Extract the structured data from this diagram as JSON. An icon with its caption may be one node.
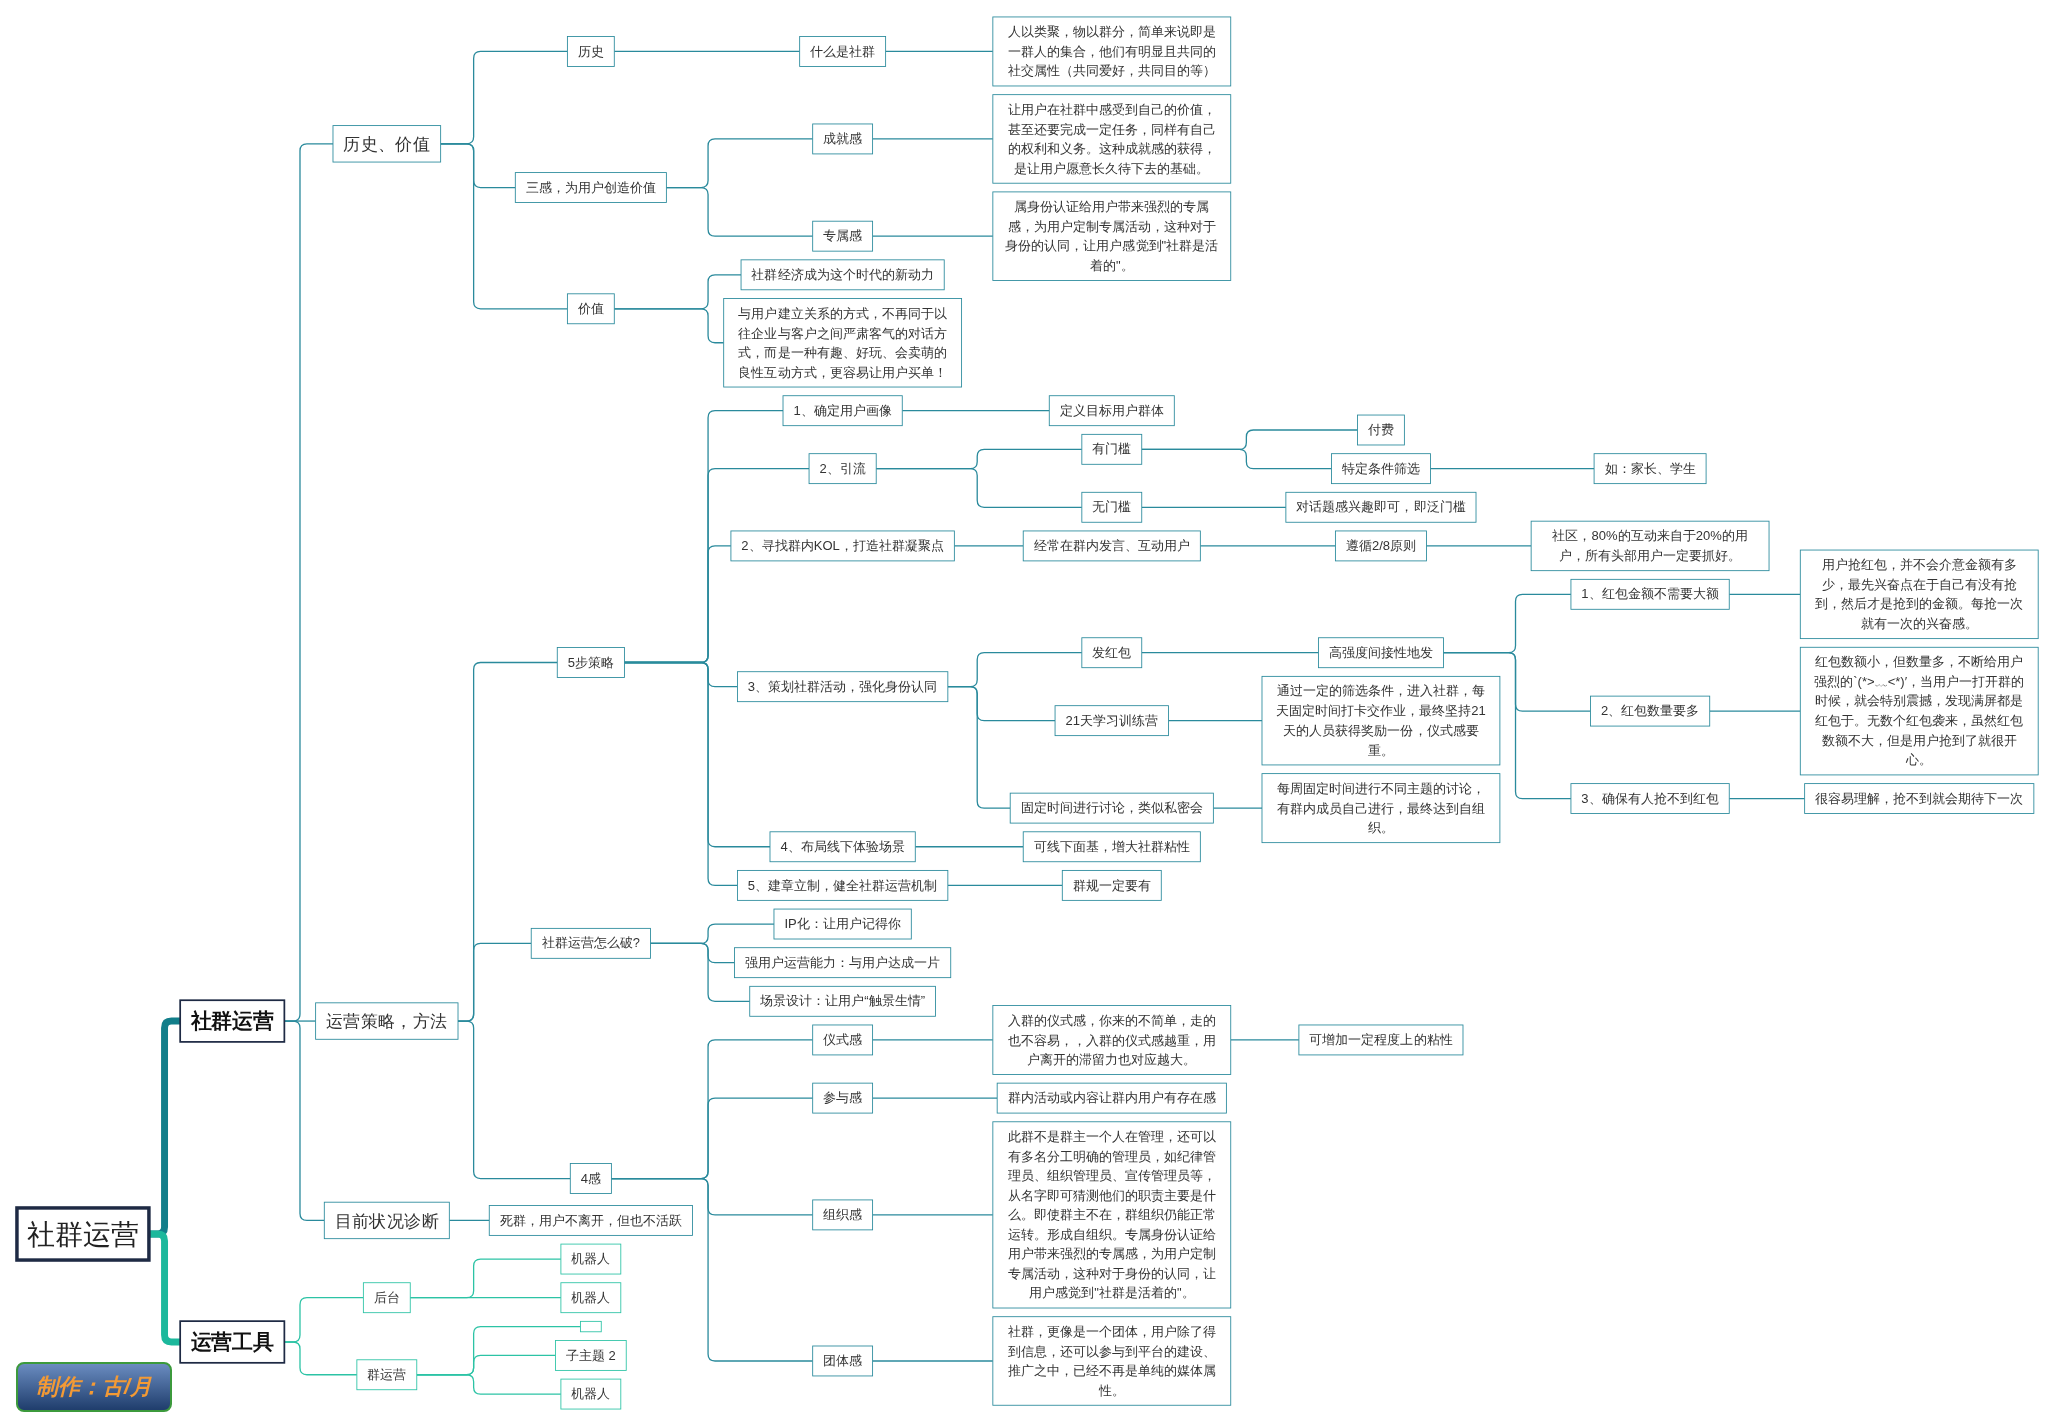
{
  "diagram": {
    "nodes": [
      {
        "text": [
          "社群运营"
        ]
      },
      {
        "text": [
          "社群运营"
        ]
      },
      {
        "text": [
          "历史、价值"
        ]
      },
      {
        "text": [
          "历史"
        ]
      },
      {
        "text": [
          "什么是社群"
        ]
      },
      {
        "text": [
          "人以类聚，物以群分，简单来说即是一群人的集合，他们有明显且共同的社交属性（共同爱好，共同目的等）"
        ]
      },
      {
        "text": [
          "三感，为用户创造价值"
        ]
      },
      {
        "text": [
          "成就感"
        ]
      },
      {
        "text": [
          "让用户在社群中感受到自己的价值，甚至还要完成一定任务，同样有自己的权利和义务。这种成就感的获得，是让用户愿意长久待下去的基础。"
        ]
      },
      {
        "text": [
          "专属感"
        ]
      },
      {
        "text": [
          "属身份认证给用户带来强烈的专属感，为用户定制专属活动，这种对于身份的认同，让用户感觉到\"社群是活着的\"。"
        ]
      },
      {
        "text": [
          "价值"
        ]
      },
      {
        "text": [
          "社群经济成为这个时代的新动力"
        ]
      },
      {
        "text": [
          "与用户建立关系的方式，不再同于以往企业与客户之间严肃客气的对话方式，而是一种有趣、好玩、会卖萌的良性互动方式，更容易让用户买单！"
        ]
      },
      {
        "text": [
          "运营策略，方法"
        ]
      },
      {
        "text": [
          "5步策略"
        ]
      },
      {
        "text": [
          "1、确定用户画像"
        ]
      },
      {
        "text": [
          "定义目标用户群体"
        ]
      },
      {
        "text": [
          "2、引流"
        ]
      },
      {
        "text": [
          "有门槛"
        ]
      },
      {
        "text": [
          "付费"
        ]
      },
      {
        "text": [
          "特定条件筛选"
        ]
      },
      {
        "text": [
          "如：家长、学生"
        ]
      },
      {
        "text": [
          "无门槛"
        ]
      },
      {
        "text": [
          "对话题感兴趣即可，即泛门槛"
        ]
      },
      {
        "text": [
          "2、寻找群内KOL，打造社群凝聚点"
        ]
      },
      {
        "text": [
          "经常在群内发言、互动用户"
        ]
      },
      {
        "text": [
          "遵循2/8原则"
        ]
      },
      {
        "text": [
          "社区，80%的互动来自于20%的用户，所有头部用户一定要抓好。"
        ]
      },
      {
        "text": [
          "3、策划社群活动，强化身份认同"
        ]
      },
      {
        "text": [
          "发红包"
        ]
      },
      {
        "text": [
          "高强度间接性地发"
        ]
      },
      {
        "text": [
          "1、红包金额不需要大额"
        ]
      },
      {
        "text": [
          "用户抢红包，并不会介意金额有多少，最先兴奋点在于自己有没有抢到，然后才是抢到的金额。每抢一次就有一次的兴奋感。"
        ]
      },
      {
        "text": [
          "2、红包数量要多"
        ]
      },
      {
        "text": [
          "红包数额小，但数量多，不断给用户强烈的`(*>﹏<*)′，当用户一打开群的时候，就会特别震撼，发现满屏都是红包于。无数个红包袭来，虽然红包数额不大，但是用户抢到了就很开心。"
        ]
      },
      {
        "text": [
          "3、确保有人抢不到红包"
        ]
      },
      {
        "text": [
          "很容易理解，抢不到就会期待下一次"
        ]
      },
      {
        "text": [
          "21天学习训练营"
        ]
      },
      {
        "text": [
          "通过一定的筛选条件，进入社群，每天固定时间打卡交作业，最终坚持21天的人员获得奖励一份，仪式感要重。"
        ]
      },
      {
        "text": [
          "固定时间进行讨论，类似私密会"
        ]
      },
      {
        "text": [
          "每周固定时间进行不同主题的讨论，有群内成员自己进行，最终达到自组织。"
        ]
      },
      {
        "text": [
          "4、布局线下体验场景"
        ]
      },
      {
        "text": [
          "可线下面基，增大社群粘性"
        ]
      },
      {
        "text": [
          "5、建章立制，健全社群运营机制"
        ]
      },
      {
        "text": [
          "群规一定要有"
        ]
      },
      {
        "text": [
          "社群运营怎么破?"
        ]
      },
      {
        "text": [
          "IP化：让用户记得你"
        ]
      },
      {
        "text": [
          "强用户运营能力：与用户达成一片"
        ]
      },
      {
        "text": [
          "场景设计：让用户“触景生情”"
        ]
      },
      {
        "text": [
          "4感"
        ]
      },
      {
        "text": [
          "仪式感"
        ]
      },
      {
        "text": [
          "入群的仪式感，你来的不简单，走的也不容易，，入群的仪式感越重，用户离开的滞留力也对应越大。"
        ]
      },
      {
        "text": [
          "可增加一定程度上的粘性"
        ]
      },
      {
        "text": [
          "参与感"
        ]
      },
      {
        "text": [
          "群内活动或内容让群内用户有存在感"
        ]
      },
      {
        "text": [
          "组织感"
        ]
      },
      {
        "text": [
          "此群不是群主一个人在管理，还可以有多名分工明确的管理员，如纪律管理员、组织管理员、宣传管理员等，从名字即可猜测他们的职责主要是什么。即使群主不在，群组织仍能正常运转。形成自组织。专属身份认证给用户带来强烈的专属感，为用户定制专属活动，这种对于身份的认同，让用户感觉到\"社群是活着的\"。"
        ]
      },
      {
        "text": [
          "团体感"
        ]
      },
      {
        "text": [
          "社群，更像是一个团体，用户除了得到信息，还可以参与到平台的建设、推广之中，已经不再是单纯的媒体属性。"
        ]
      },
      {
        "text": [
          "目前状况诊断"
        ]
      },
      {
        "text": [
          "死群，用户不离开，但也不活跃"
        ]
      },
      {
        "text": [
          "运营工具"
        ]
      },
      {
        "text": [
          "后台"
        ]
      },
      {
        "text": [
          "机器人"
        ]
      },
      {
        "text": [
          "机器人"
        ]
      },
      {
        "text": [
          "群运营"
        ]
      },
      {
        "text": [],
        "shape": "box"
      },
      {
        "text": [
          "子主题 2"
        ]
      },
      {
        "text": [
          "机器人"
        ]
      }
    ],
    "edges": [
      {
        "from": 0,
        "to": 1,
        "arrow": "none",
        "style": "thick",
        "color": "#127e8a"
      },
      {
        "from": 0,
        "to": 62,
        "arrow": "none",
        "style": "thick",
        "color": "#1cb89c"
      },
      {
        "from": 1,
        "to": 2,
        "arrow": "none"
      },
      {
        "from": 1,
        "to": 14,
        "arrow": "none"
      },
      {
        "from": 1,
        "to": 60,
        "arrow": "none"
      },
      {
        "from": 2,
        "to": 3,
        "arrow": "none"
      },
      {
        "from": 2,
        "to": 6,
        "arrow": "none"
      },
      {
        "from": 2,
        "to": 11,
        "arrow": "none"
      },
      {
        "from": 3,
        "to": 4,
        "arrow": "none"
      },
      {
        "from": 4,
        "to": 5,
        "arrow": "none"
      },
      {
        "from": 6,
        "to": 7,
        "arrow": "none"
      },
      {
        "from": 6,
        "to": 9,
        "arrow": "none"
      },
      {
        "from": 7,
        "to": 8,
        "arrow": "none"
      },
      {
        "from": 9,
        "to": 10,
        "arrow": "none"
      },
      {
        "from": 11,
        "to": 12,
        "arrow": "none"
      },
      {
        "from": 11,
        "to": 13,
        "arrow": "none"
      },
      {
        "from": 14,
        "to": 15,
        "arrow": "none"
      },
      {
        "from": 14,
        "to": 46,
        "arrow": "none"
      },
      {
        "from": 14,
        "to": 50,
        "arrow": "none"
      },
      {
        "from": 15,
        "to": 16,
        "arrow": "none"
      },
      {
        "from": 15,
        "to": 18,
        "arrow": "none"
      },
      {
        "from": 15,
        "to": 25,
        "arrow": "none"
      },
      {
        "from": 15,
        "to": 29,
        "arrow": "none"
      },
      {
        "from": 15,
        "to": 42,
        "arrow": "none"
      },
      {
        "from": 15,
        "to": 44,
        "arrow": "none"
      },
      {
        "from": 16,
        "to": 17,
        "arrow": "none"
      },
      {
        "from": 18,
        "to": 19,
        "arrow": "none"
      },
      {
        "from": 18,
        "to": 23,
        "arrow": "none"
      },
      {
        "from": 19,
        "to": 20,
        "arrow": "none"
      },
      {
        "from": 19,
        "to": 21,
        "arrow": "none"
      },
      {
        "from": 21,
        "to": 22,
        "arrow": "none"
      },
      {
        "from": 23,
        "to": 24,
        "arrow": "none"
      },
      {
        "from": 25,
        "to": 26,
        "arrow": "none"
      },
      {
        "from": 26,
        "to": 27,
        "arrow": "none"
      },
      {
        "from": 27,
        "to": 28,
        "arrow": "none"
      },
      {
        "from": 29,
        "to": 30,
        "arrow": "none"
      },
      {
        "from": 29,
        "to": 38,
        "arrow": "none"
      },
      {
        "from": 29,
        "to": 40,
        "arrow": "none"
      },
      {
        "from": 30,
        "to": 31,
        "arrow": "none"
      },
      {
        "from": 31,
        "to": 32,
        "arrow": "none"
      },
      {
        "from": 31,
        "to": 34,
        "arrow": "none"
      },
      {
        "from": 31,
        "to": 36,
        "arrow": "none"
      },
      {
        "from": 32,
        "to": 33,
        "arrow": "none"
      },
      {
        "from": 34,
        "to": 35,
        "arrow": "none"
      },
      {
        "from": 36,
        "to": 37,
        "arrow": "none"
      },
      {
        "from": 38,
        "to": 39,
        "arrow": "none"
      },
      {
        "from": 40,
        "to": 41,
        "arrow": "none"
      },
      {
        "from": 42,
        "to": 43,
        "arrow": "none"
      },
      {
        "from": 44,
        "to": 45,
        "arrow": "none"
      },
      {
        "from": 46,
        "to": 47,
        "arrow": "none"
      },
      {
        "from": 46,
        "to": 48,
        "arrow": "none"
      },
      {
        "from": 46,
        "to": 49,
        "arrow": "none"
      },
      {
        "from": 50,
        "to": 51,
        "arrow": "none"
      },
      {
        "from": 50,
        "to": 54,
        "arrow": "none"
      },
      {
        "from": 50,
        "to": 56,
        "arrow": "none"
      },
      {
        "from": 50,
        "to": 58,
        "arrow": "none"
      },
      {
        "from": 51,
        "to": 52,
        "arrow": "none"
      },
      {
        "from": 52,
        "to": 53,
        "arrow": "none"
      },
      {
        "from": 54,
        "to": 55,
        "arrow": "none"
      },
      {
        "from": 56,
        "to": 57,
        "arrow": "none"
      },
      {
        "from": 58,
        "to": 59,
        "arrow": "none"
      },
      {
        "from": 60,
        "to": 61,
        "arrow": "none"
      },
      {
        "from": 62,
        "to": 63,
        "arrow": "none",
        "color": "#2cc3a5"
      },
      {
        "from": 62,
        "to": 66,
        "arrow": "none",
        "color": "#2cc3a5"
      },
      {
        "from": 63,
        "to": 64,
        "arrow": "none",
        "color": "#2cc3a5"
      },
      {
        "from": 63,
        "to": 65,
        "arrow": "none",
        "color": "#2cc3a5"
      },
      {
        "from": 66,
        "to": 67,
        "arrow": "none",
        "color": "#2cc3a5"
      },
      {
        "from": 66,
        "to": 68,
        "arrow": "none",
        "color": "#2cc3a5"
      },
      {
        "from": 66,
        "to": 69,
        "arrow": "none",
        "color": "#2cc3a5"
      }
    ],
    "labels": [
      "制作：古/月"
    ]
  }
}
